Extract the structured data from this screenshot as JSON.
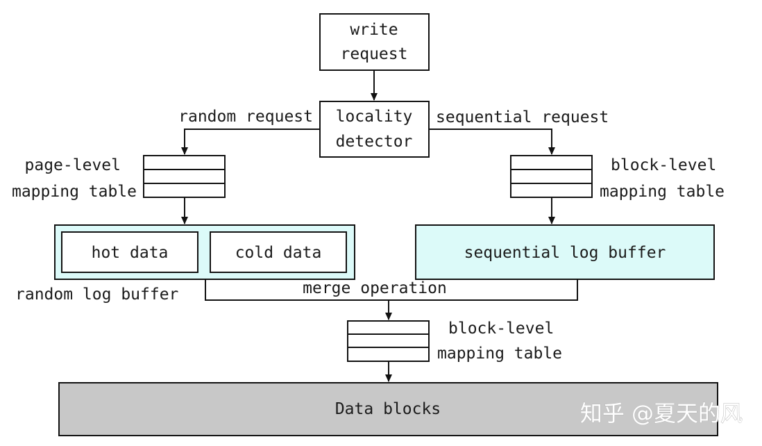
{
  "nodes": {
    "write_request": [
      "write",
      "request"
    ],
    "locality_detector": [
      "locality",
      "detector"
    ],
    "page_level_table": [
      "page-level",
      "mapping table"
    ],
    "block_level_table_top": [
      "block-level",
      "mapping table"
    ],
    "block_level_table_bottom": [
      "block-level",
      "mapping table"
    ],
    "hot_data": "hot data",
    "cold_data": "cold data",
    "random_log_buffer": "random log buffer",
    "sequential_log_buffer": "sequential log buffer",
    "data_blocks": "Data blocks"
  },
  "edges": {
    "random_request": "random request",
    "sequential_request": "sequential request",
    "merge_operation": "merge operation"
  },
  "watermark": "知乎 @夏天的风",
  "colors": {
    "log_buffer_fill": "#dcfaf9",
    "data_blocks_fill": "#c8c8c8",
    "line": "#111111"
  }
}
